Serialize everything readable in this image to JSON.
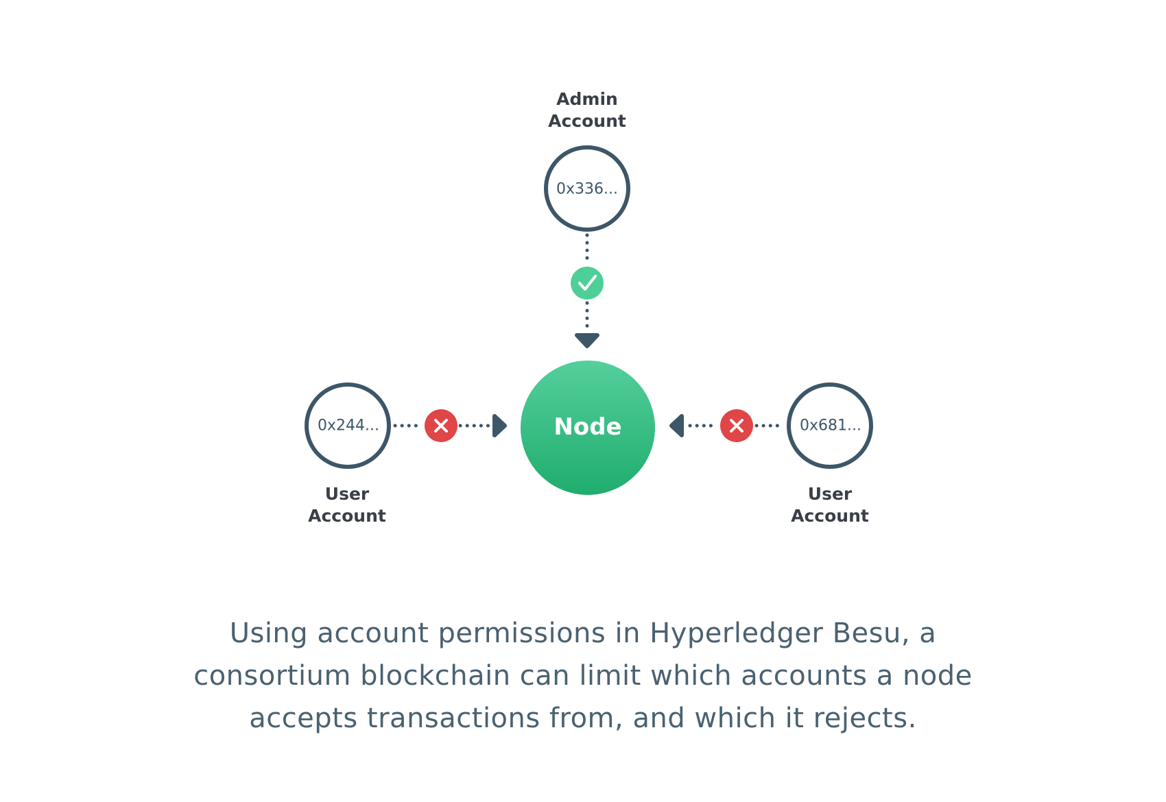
{
  "colors": {
    "outline": "#3d5668",
    "node_fill_top": "#55cf9c",
    "node_fill_bottom": "#1fad6e",
    "allow": "#4fcf98",
    "deny": "#e04547",
    "label": "#3a3f47",
    "caption": "#4a6170"
  },
  "admin": {
    "label_line1": "Admin",
    "label_line2": "Account",
    "address": "0x336..."
  },
  "user_left": {
    "label_line1": "User",
    "label_line2": "Account",
    "address": "0x244..."
  },
  "user_right": {
    "label_line1": "User",
    "label_line2": "Account",
    "address": "0x681..."
  },
  "node": {
    "label": "Node"
  },
  "status_icons": {
    "admin": "check-icon",
    "user_left": "x-icon",
    "user_right": "x-icon"
  },
  "caption": {
    "line1": "Using account permissions in Hyperledger Besu, a",
    "line2": "consortium blockchain can limit which accounts a node",
    "line3": "accepts transactions from, and which it rejects."
  }
}
